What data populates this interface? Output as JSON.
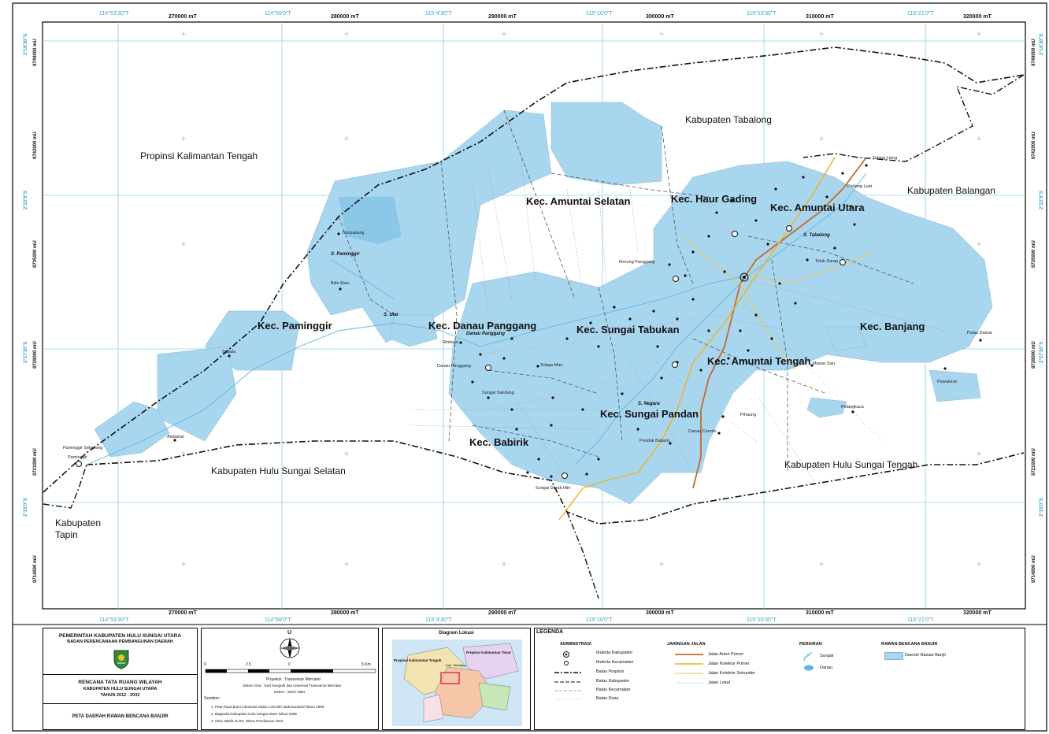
{
  "grid": {
    "top_deg": [
      "114°53'30\"T",
      "114°59'0\"T",
      "115°4'30\"T",
      "115°10'0\"T",
      "115°15'30\"T",
      "115°21'0\"T"
    ],
    "top_m": [
      "270000 mT",
      "280000 mT",
      "290000 mT",
      "300000 mT",
      "310000 mT",
      "320000 mT"
    ],
    "bot_deg": [
      "114°53'30\"T",
      "114°59'0\"T",
      "115°4'30\"T",
      "115°10'0\"T",
      "115°15'30\"T",
      "115°21'0\"T"
    ],
    "bot_m": [
      "270000 mT",
      "280000 mT",
      "290000 mT",
      "300000 mT",
      "310000 mT",
      "320000 mT"
    ],
    "left_deg": [
      "2°16'30\"S",
      "2°22'0\"S",
      "2°27'30\"S",
      "2°33'0\"S"
    ],
    "left_m": [
      "9749000 mU",
      "9742000 mU",
      "9735000 mU",
      "9728000 mU",
      "9721000 mU",
      "9714000 mU"
    ]
  },
  "regions": {
    "tabalong": "Kabupaten Tabalong",
    "kalteng": "Propinsi Kalimantan Tengah",
    "balangan": "Kabupaten Balangan",
    "hss": "Kabupaten Hulu Sungai Selatan",
    "hst": "Kabupaten Hulu Sungai Tengah",
    "tapin1": "Kabupaten",
    "tapin2": "Tapin"
  },
  "kecamatan": {
    "amuntai_selatan": "Kec. Amuntai Selatan",
    "haur_gading": "Kec. Haur Gading",
    "amuntai_utara": "Kec. Amuntai Utara",
    "paminggir": "Kec. Paminggir",
    "danau_panggang": "Kec. Danau Panggang",
    "sungai_tabukan": "Kec. Sungai Tabukan",
    "banjang": "Kec. Banjang",
    "amuntai_tengah": "Kec. Amuntai Tengah",
    "sungai_pandan": "Kec. Sungai Pandan",
    "babirik": "Kec. Babirik"
  },
  "rivers": {
    "paminggir": "S. Paminggir",
    "ular": "S. Ular",
    "danau_panggang": "Danau Panggang",
    "tabalong": "S. Tabalong",
    "negara": "S. Negara"
  },
  "villages": {
    "tampakang": "Tampakang",
    "bitin_batu": "Bitin Batu",
    "sapala": "Sapala",
    "ambahai": "Ambahai",
    "paminggir_seberang": "Paminggir Seberang",
    "paminggir": "Paminggir",
    "rintisan": "Rintisan",
    "danau_panggang": "Danau Panggang",
    "pulau_damar": "Pulau Damar",
    "pawalutan": "Pawalutan",
    "pelangkaca": "Pelangkaca",
    "sungai_durait": "Sungai Durait Hilir",
    "murung_panggang": "Murung Panggang",
    "tabing_liring": "Tabing Liring",
    "padang_luar": "Padang Luar",
    "mawar_sari": "Mawar Sari",
    "danau_cermin": "Danau Cermin",
    "pondok_babaris": "Pondok Babaris",
    "telaga_mas": "Telaga Mas",
    "pihaung": "Pihaung",
    "tajun_tabu": "Teluk Sarap",
    "sungai_sandung": "Sungai Sandung"
  },
  "title_block": {
    "org1": "PEMERINTAH KABUPATEN HULU SUNGAI UTARA",
    "org2": "BADAN PERENCANAAN PEMBANGUNAN DAERAH",
    "plan1": "RENCANA TATA RUANG WILAYAH",
    "plan2": "KABUPATEN HULU SUNGAI UTARA",
    "plan3": "TAHUN 2012 - 2032",
    "map_title": "PETA DAERAH RAWAN BENCANA BANJIR"
  },
  "scale_block": {
    "north": "U",
    "scale": [
      "0",
      "2.5",
      "0",
      "5 Km"
    ],
    "proj1": "Proyeksi : Transverse Mercator",
    "proj2": "Sistem Grid : Grid Geografi dan Universal Transverse Mercator",
    "proj3": "Datum : WGS 1984",
    "src_head": "Sumber :",
    "src1": "1. Peta Rupa Bumi Indonesia  Skala 1:25.000,  Bakosurtanal Tahun 1999",
    "src2": "2. Bappeda Kabupaten Hulu Sungai Utara Tahun 2009",
    "src3": "3. Citra Satelit ALOS, Tahun Perekaman 2010"
  },
  "inset": {
    "title": "Diagram Lokasi",
    "kaltim": "Propinsi Kalimantan Timur",
    "kalteng": "Propinsi Kalimantan Tengah",
    "tabalong": "Kab. Tabalong"
  },
  "legend": {
    "title": "LEGENDA",
    "admin_head": "ADMINISTRASI",
    "admin": [
      "Ibukota Kabupaten",
      "Ibukota Kecamatan",
      "Batas Propinsi",
      "Batas Kabupaten",
      "Batas Kecamatan",
      "Batas Desa"
    ],
    "road_head": "JARINGAN JALAN",
    "roads": [
      "Jalan Arteri Primer",
      "Jalan Kolektor Primer",
      "Jalan Kolektor Sekunder",
      "Jalan Lokal"
    ],
    "water_head": "PERAIRAN",
    "water": [
      "Sungai",
      "Danau"
    ],
    "flood_head": "RAWAN BENCANA BANJIR",
    "flood": "Daerah Rawan Banjir"
  },
  "colors": {
    "flood": "#a9d6ef",
    "grid": "#8fd0ea",
    "road_arteri": "#c26b2a",
    "road_kolektor": "#f2b01a",
    "road_sekunder": "#e8c85a",
    "river": "#5fb6e0"
  }
}
